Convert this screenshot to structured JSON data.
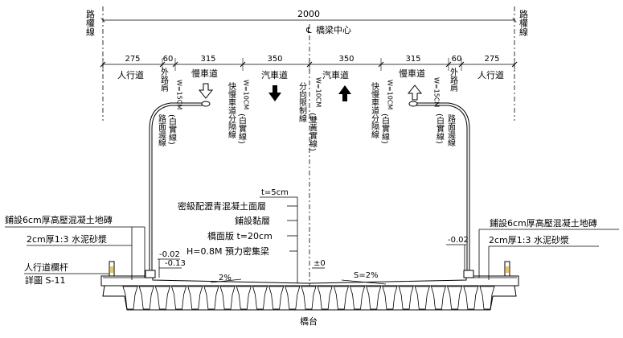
{
  "labels": {
    "row_left": "路權線",
    "row_right": "路權線",
    "total_width": "2000",
    "centerline_symbol": "℄",
    "centerline": "橋梁中心",
    "bridge_abutment": "橋台"
  },
  "dimensions": [
    "275",
    "60",
    "315",
    "350",
    "350",
    "315",
    "60",
    "275"
  ],
  "zones": {
    "sidewalk_left": "人行道",
    "outer_shoulder_left": "外路肩",
    "slow_lane_left": "慢車道",
    "car_lane_left": "汽車道",
    "car_lane_right": "汽車道",
    "slow_lane_right": "慢車道",
    "outer_shoulder_right": "外路肩",
    "sidewalk_right": "人行道"
  },
  "markings": {
    "edge_line_left": {
      "name": "路面邊線",
      "type": "(白實線)",
      "width": "W=15CM"
    },
    "fast_slow_left": {
      "name": "快慢車道分隔線",
      "type": "(白實線)",
      "width": "W=10CM"
    },
    "direction_line": {
      "name": "分向限制線",
      "type": "(雙黃實線)",
      "width": "W=10CM"
    },
    "fast_slow_right": {
      "name": "快慢車道分隔線",
      "type": "(白實線)",
      "width": "W=10CM"
    },
    "edge_line_right": {
      "name": "路面邊線",
      "type": "(白實線)",
      "width": "W=15CM"
    }
  },
  "layers": {
    "asphalt_thickness": "t=5cm",
    "asphalt": "密級配瀝青混凝土面層",
    "tack_coat": "鋪設黏層",
    "deck": "橋面版 t=20cm",
    "girder": "H=0.8M 預力密集梁"
  },
  "sidewalk": {
    "paving_left": "鋪設6cm厚高壓混凝土地磚",
    "mortar_left": "2cm厚1:3 水泥砂漿",
    "paving_right": "鋪設6cm厚高壓混凝土地磚",
    "mortar_right": "2cm厚1:3 水泥砂漿",
    "railing": "人行道欄杆",
    "railing_detail": "詳圖 S-11"
  },
  "levels": {
    "left_curb": "-0.02",
    "left_edge": "-0.13",
    "center": "±0",
    "right_curb": "-0.02"
  },
  "slopes": {
    "left": "2%",
    "right": "S=2%"
  }
}
